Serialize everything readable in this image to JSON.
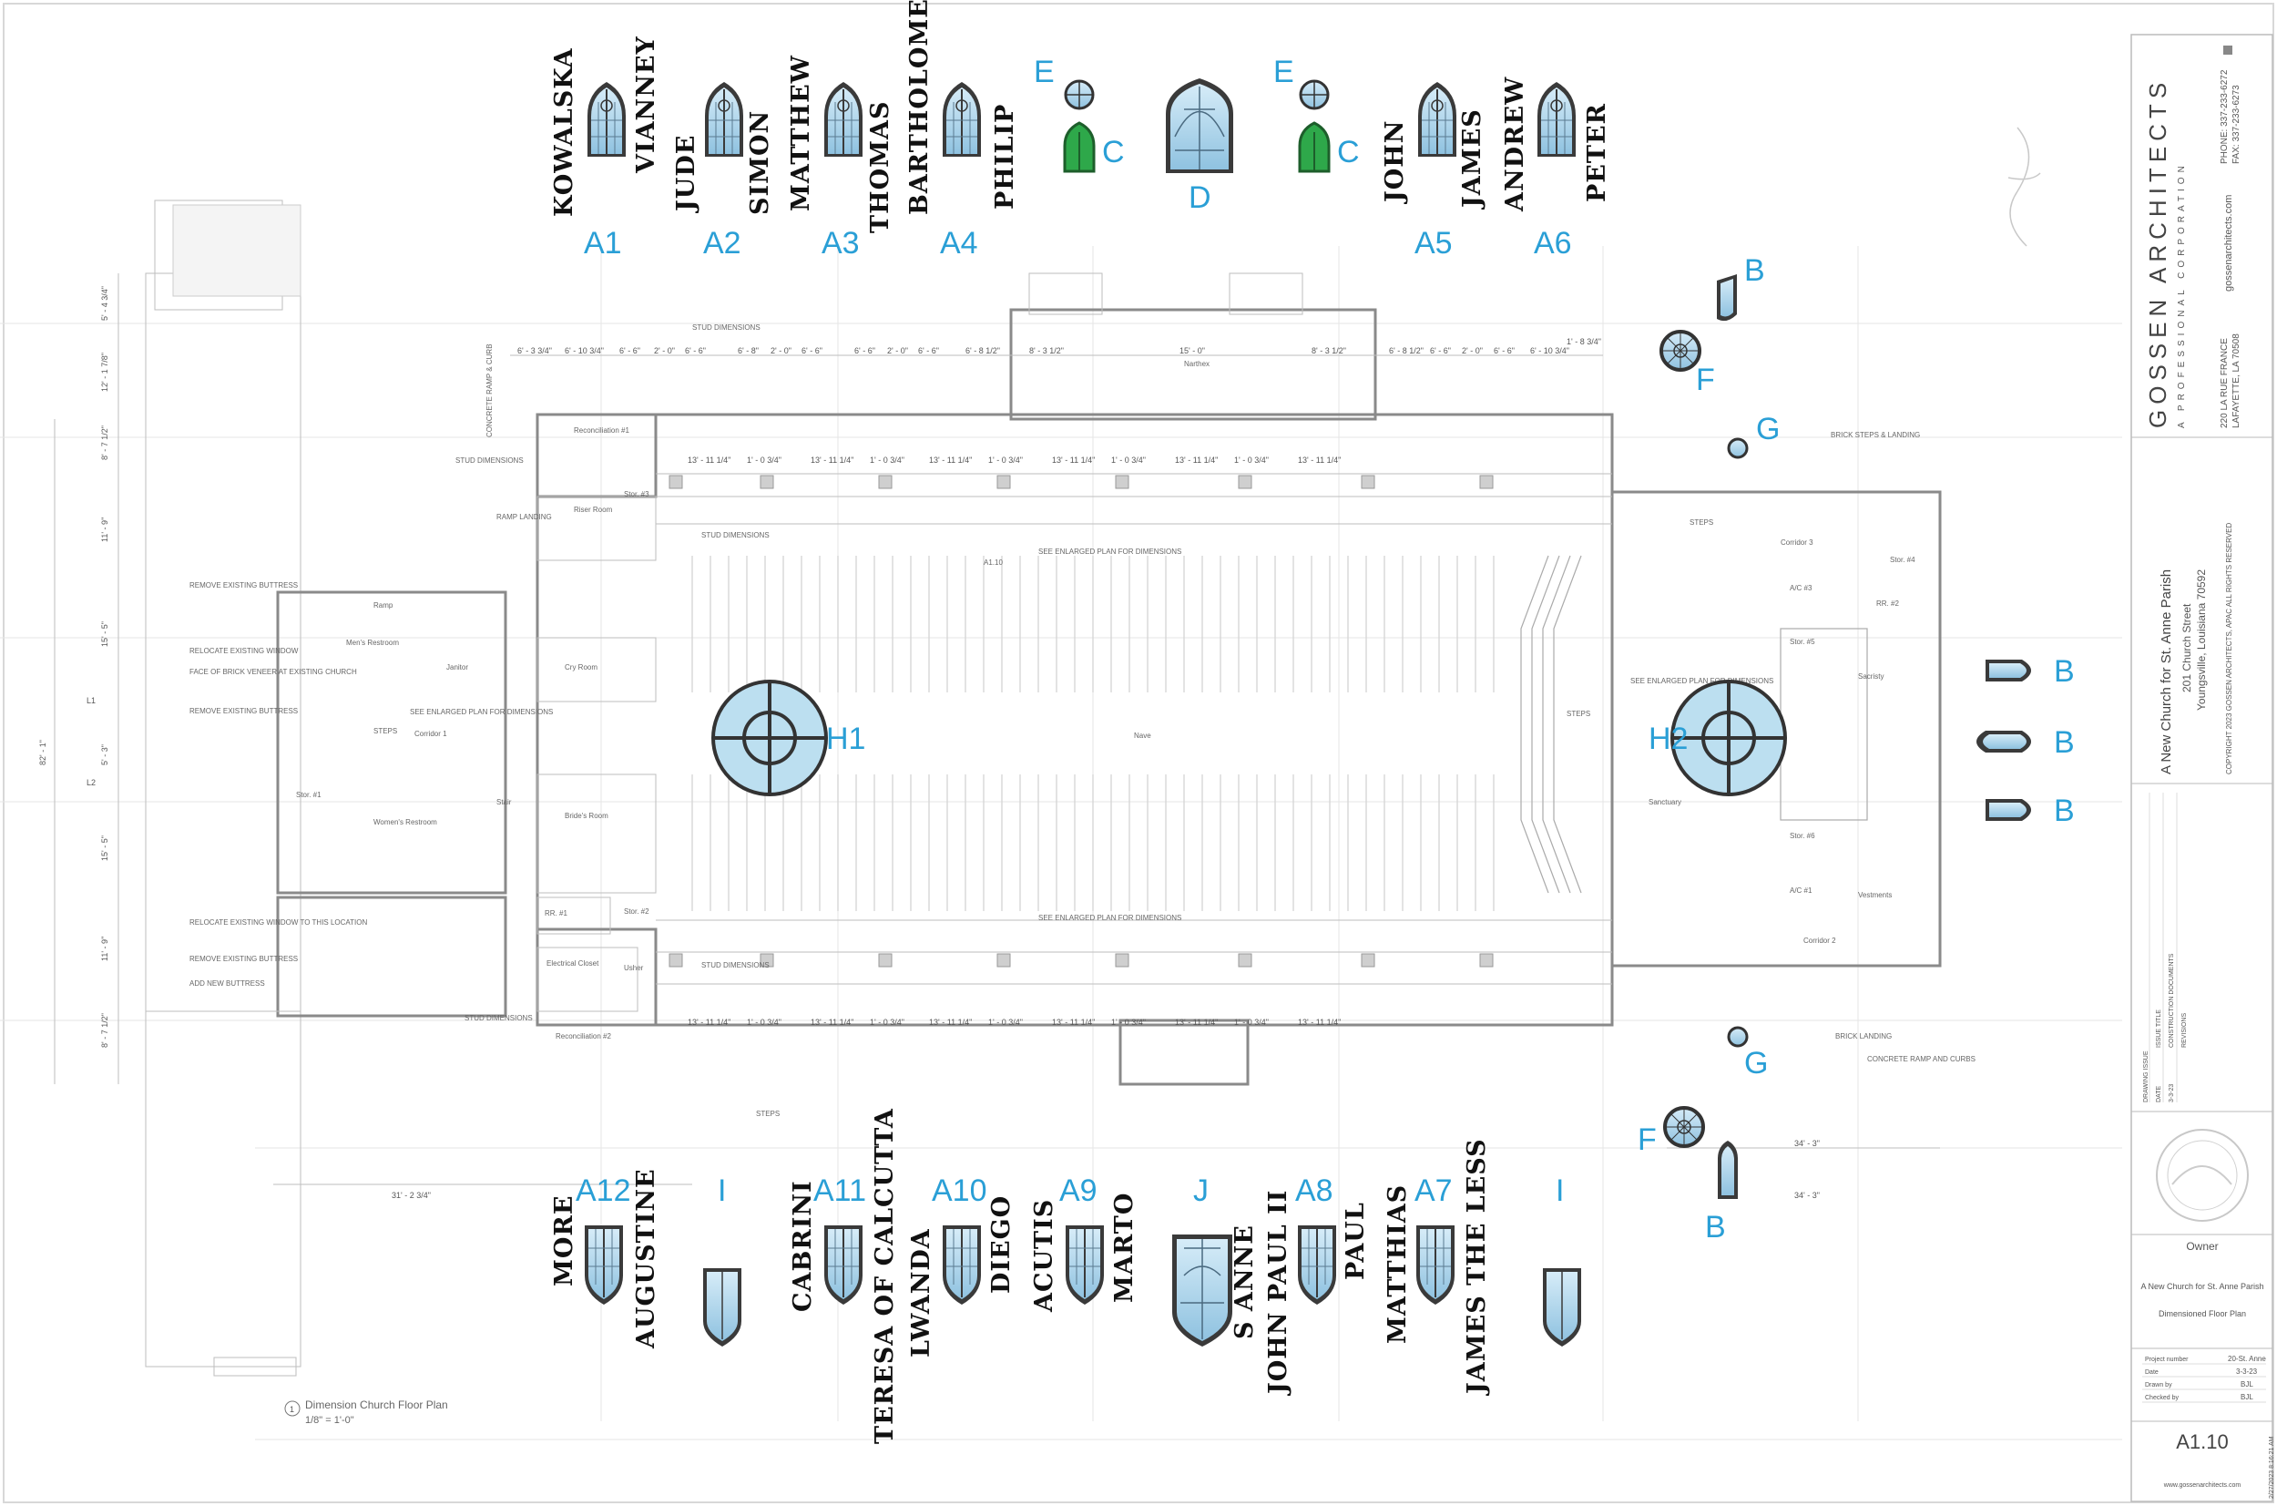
{
  "window_labels": {
    "top": [
      {
        "code": "A1",
        "saints": [
          "KOWALSKA",
          "VIANNEY"
        ]
      },
      {
        "code": "A2",
        "saints": [
          "JUDE",
          "SIMON"
        ]
      },
      {
        "code": "A3",
        "saints": [
          "MATTHEW",
          "THOMAS"
        ]
      },
      {
        "code": "A4",
        "saints": [
          "BARTHOLOMEW",
          "PHILIP"
        ]
      },
      {
        "code": "A5",
        "saints": [
          "JOHN",
          "JAMES"
        ]
      },
      {
        "code": "A6",
        "saints": [
          "ANDREW",
          "PETER"
        ]
      }
    ],
    "bottom": [
      {
        "code": "A12",
        "saints": [
          "MORE",
          "AUGUSTINE"
        ]
      },
      {
        "code": "A11",
        "saints": [
          "CABRINI",
          "TERESA OF CALCUTTA"
        ]
      },
      {
        "code": "A10",
        "saints": [
          "LWANDA",
          "DIEGO"
        ]
      },
      {
        "code": "A9",
        "saints": [
          "ACUTIS",
          "MARTO"
        ]
      },
      {
        "code": "J",
        "saints": [
          "S ANNE"
        ]
      },
      {
        "code": "A8",
        "saints": [
          "JOHN PAUL II",
          "PAUL"
        ]
      },
      {
        "code": "A7",
        "saints": [
          "MATTHIAS",
          "JAMES THE LESS"
        ]
      }
    ],
    "letters": {
      "b": "B",
      "c": "C",
      "d": "D",
      "e": "E",
      "f": "F",
      "g": "G",
      "h1": "H1",
      "h2": "H2",
      "i": "I",
      "j": "J"
    }
  },
  "plan": {
    "rooms": {
      "reconciliation1": "Reconciliation #1",
      "reconciliation2": "Reconciliation #2",
      "riser": "Riser Room",
      "stor3": "Stor. #3",
      "stor1": "Stor. #1",
      "stor2": "Stor. #2",
      "mens": "Men's Restroom",
      "janitor": "Janitor",
      "cry": "Cry Room",
      "corridor1": "Corridor 1",
      "womens": "Women's Restroom",
      "brides": "Bride's Room",
      "stair": "Stair",
      "electrical": "Electrical Closet",
      "usher": "Usher",
      "rr1": "RR. #1",
      "ramp": "Ramp",
      "narthex": "Narthex",
      "nave": "Nave",
      "sanctuary": "Sanctuary",
      "sacristy": "Sacristy",
      "vestments": "Vestments",
      "corridor3": "Corridor 3",
      "corridor2": "Corridor 2",
      "stor4": "Stor. #4",
      "stor5": "Stor. #5",
      "stor6": "Stor. #6",
      "rr2": "RR. #2",
      "ac3": "A/C #3",
      "ac1": "A/C #1"
    },
    "notes": {
      "stud": "STUD DIMENSIONS",
      "enlarged": "SEE ENLARGED PLAN FOR DIMENSIONS",
      "steps": "STEPS",
      "remove_buttress": "REMOVE EXISTING BUTTRESS",
      "relocate_window": "RELOCATE EXISTING WINDOW",
      "face_brick": "FACE OF BRICK VENEER AT EXISTING CHURCH",
      "relocate_window2": "RELOCATE EXISTING WINDOW TO THIS LOCATION",
      "add_buttress": "ADD NEW BUTTRESS",
      "concrete_ramp": "CONCRETE RAMP & CURB",
      "ramp_landing": "RAMP LANDING",
      "brick_steps": "BRICK STEPS & LANDING",
      "brick_landing": "BRICK LANDING",
      "concrete_ramp_curbs": "CONCRETE RAMP AND CURBS",
      "see_plan_ref": "A1.10"
    },
    "dims_top": [
      "6' - 3 3/4\"",
      "6' - 10 3/4\"",
      "6' - 6\"",
      "2' - 0\"",
      "6' - 6\"",
      "6' - 8\"",
      "2' - 0\"",
      "6' - 6\"",
      "6' - 6\"",
      "2' - 0\"",
      "6' - 6\"",
      "6' - 8 1/2\"",
      "8' - 3 1/2\"",
      "15' - 0\"",
      "8' - 3 1/2\"",
      "6' - 8 1/2\"",
      "6' - 6\"",
      "2' - 0\"",
      "6' - 6\"",
      "6' - 10 3/4\"",
      "1' - 8 3/4\""
    ],
    "dims_row": [
      "13' - 11 1/4\"",
      "1' - 0 3/4\"",
      "13' - 11 1/4\"",
      "1' - 0 3/4\"",
      "13' - 11 1/4\"",
      "1' - 0 3/4\"",
      "13' - 11 1/4\"",
      "1' - 0 3/4\"",
      "13' - 11 1/4\"",
      "1' - 0 3/4\"",
      "13' - 11 1/4\""
    ],
    "dims_left": [
      "5' - 4 3/4\"",
      "12' - 1 7/8\"",
      "8' - 7 1/2\"",
      "11' - 9\"",
      "15' - 5\"",
      "L1",
      "5' - 3\"",
      "L2",
      "15' - 5\"",
      "11' - 9\"",
      "8' - 7 1/2\""
    ],
    "overall_left": "82' - 1\"",
    "overall_bottom": "31' - 2 3/4\"",
    "right_dims": [
      "34' - 3\"",
      "34' - 3\""
    ],
    "caption_number": "1",
    "caption_title": "Dimension Church Floor Plan",
    "caption_scale": "1/8\" = 1'-0\""
  },
  "title_block": {
    "firm": "GOSSEN ARCHITECTS",
    "firm_sub": "A PROFESSIONAL CORPORATION",
    "address1": "220 LA RUE FRANCE",
    "address2": "LAFAYETTE, LA 70508",
    "web": "gossenarchitects.com",
    "phone": "PHONE: 337-233-6272",
    "fax": "FAX: 337-233-6273",
    "project": "A New Church for St. Anne Parish",
    "street": "201 Church Street",
    "city": "Youngsville, Louisiana 70592",
    "copyright": "COPYRIGHT 2023 GOSSEN ARCHITECTS, APAC ALL RIGHTS RESERVED",
    "issue_header": "DRAWING ISSUE",
    "issue_date_label": "DATE",
    "issue_date": "3-3-23",
    "issue_title_label": "ISSUE TITLE",
    "issue_title": "CONSTRUCTION DOCUMENTS",
    "revisions": "REVISIONS",
    "owner_label": "Owner",
    "owner_name": "A New Church for St. Anne Parish",
    "sheet_title": "Dimensioned Floor Plan",
    "project_number_label": "Project number",
    "project_number": "20-St. Anne",
    "date_label": "Date",
    "date": "3-3-23",
    "drawn_label": "Drawn by",
    "drawn": "BJL",
    "checked_label": "Checked by",
    "checked": "BJL",
    "sheet_number": "A1.10",
    "timestamp": "2/27/2023 8:16:21 AM",
    "footer_web": "www.gossenarchitects.com"
  },
  "colors": {
    "label": "#2a9fd6",
    "glass": "#a9d2ea",
    "green": "#2ea84a"
  }
}
